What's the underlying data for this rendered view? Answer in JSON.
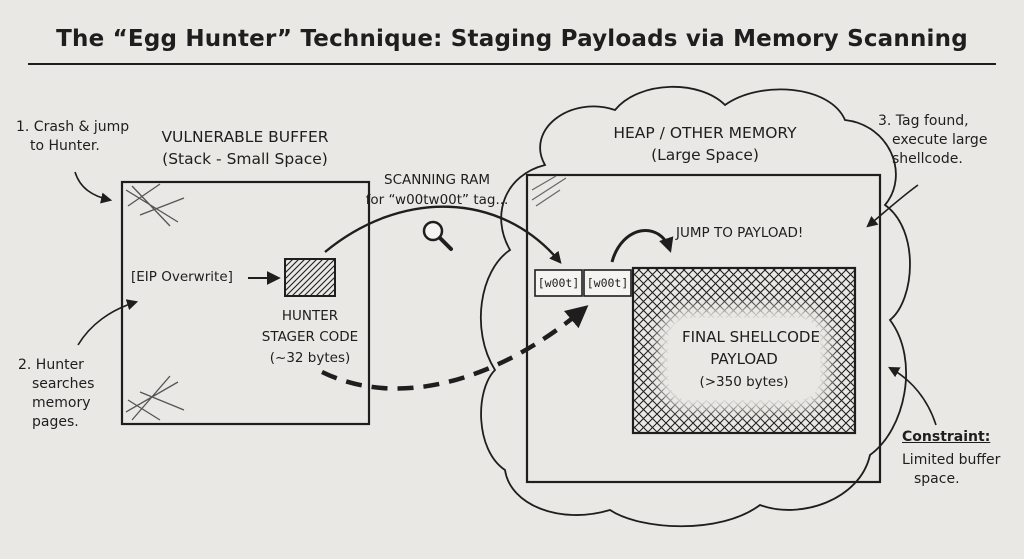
{
  "title": "The “Egg Hunter” Technique: Staging Payloads via Memory Scanning",
  "vulnerable_buffer": {
    "heading": "VULNERABLE BUFFER",
    "subheading": "(Stack - Small Space)",
    "eip_label": "[EIP Overwrite]",
    "hunter_line1": "HUNTER",
    "hunter_line2": "STAGER CODE",
    "hunter_line3": "(~32 bytes)"
  },
  "heap": {
    "heading": "HEAP / OTHER MEMORY",
    "subheading": "(Large Space)",
    "tag1": "[w00t]",
    "tag2": "[w00t]",
    "jump_label": "JUMP TO PAYLOAD!",
    "payload_line1": "FINAL SHELLCODE",
    "payload_line2": "PAYLOAD",
    "payload_line3": "(>350 bytes)"
  },
  "scan": {
    "line1": "SCANNING RAM",
    "line2": "for “w00tw00t” tag..."
  },
  "notes": {
    "step1_line1": "1. Crash & jump",
    "step1_line2": "to Hunter.",
    "step2_line1": "2. Hunter",
    "step2_line2": "searches",
    "step2_line3": "memory",
    "step2_line4": "pages.",
    "step3_line1": "3. Tag found,",
    "step3_line2": "execute large",
    "step3_line3": "shellcode.",
    "constraint_title": "Constraint:",
    "constraint_line1": "Limited buffer",
    "constraint_line2": "space."
  },
  "icons": {
    "search": "magnifier-icon"
  },
  "colors": {
    "ink": "#1e1e1e",
    "paper": "#e9e8e4"
  }
}
